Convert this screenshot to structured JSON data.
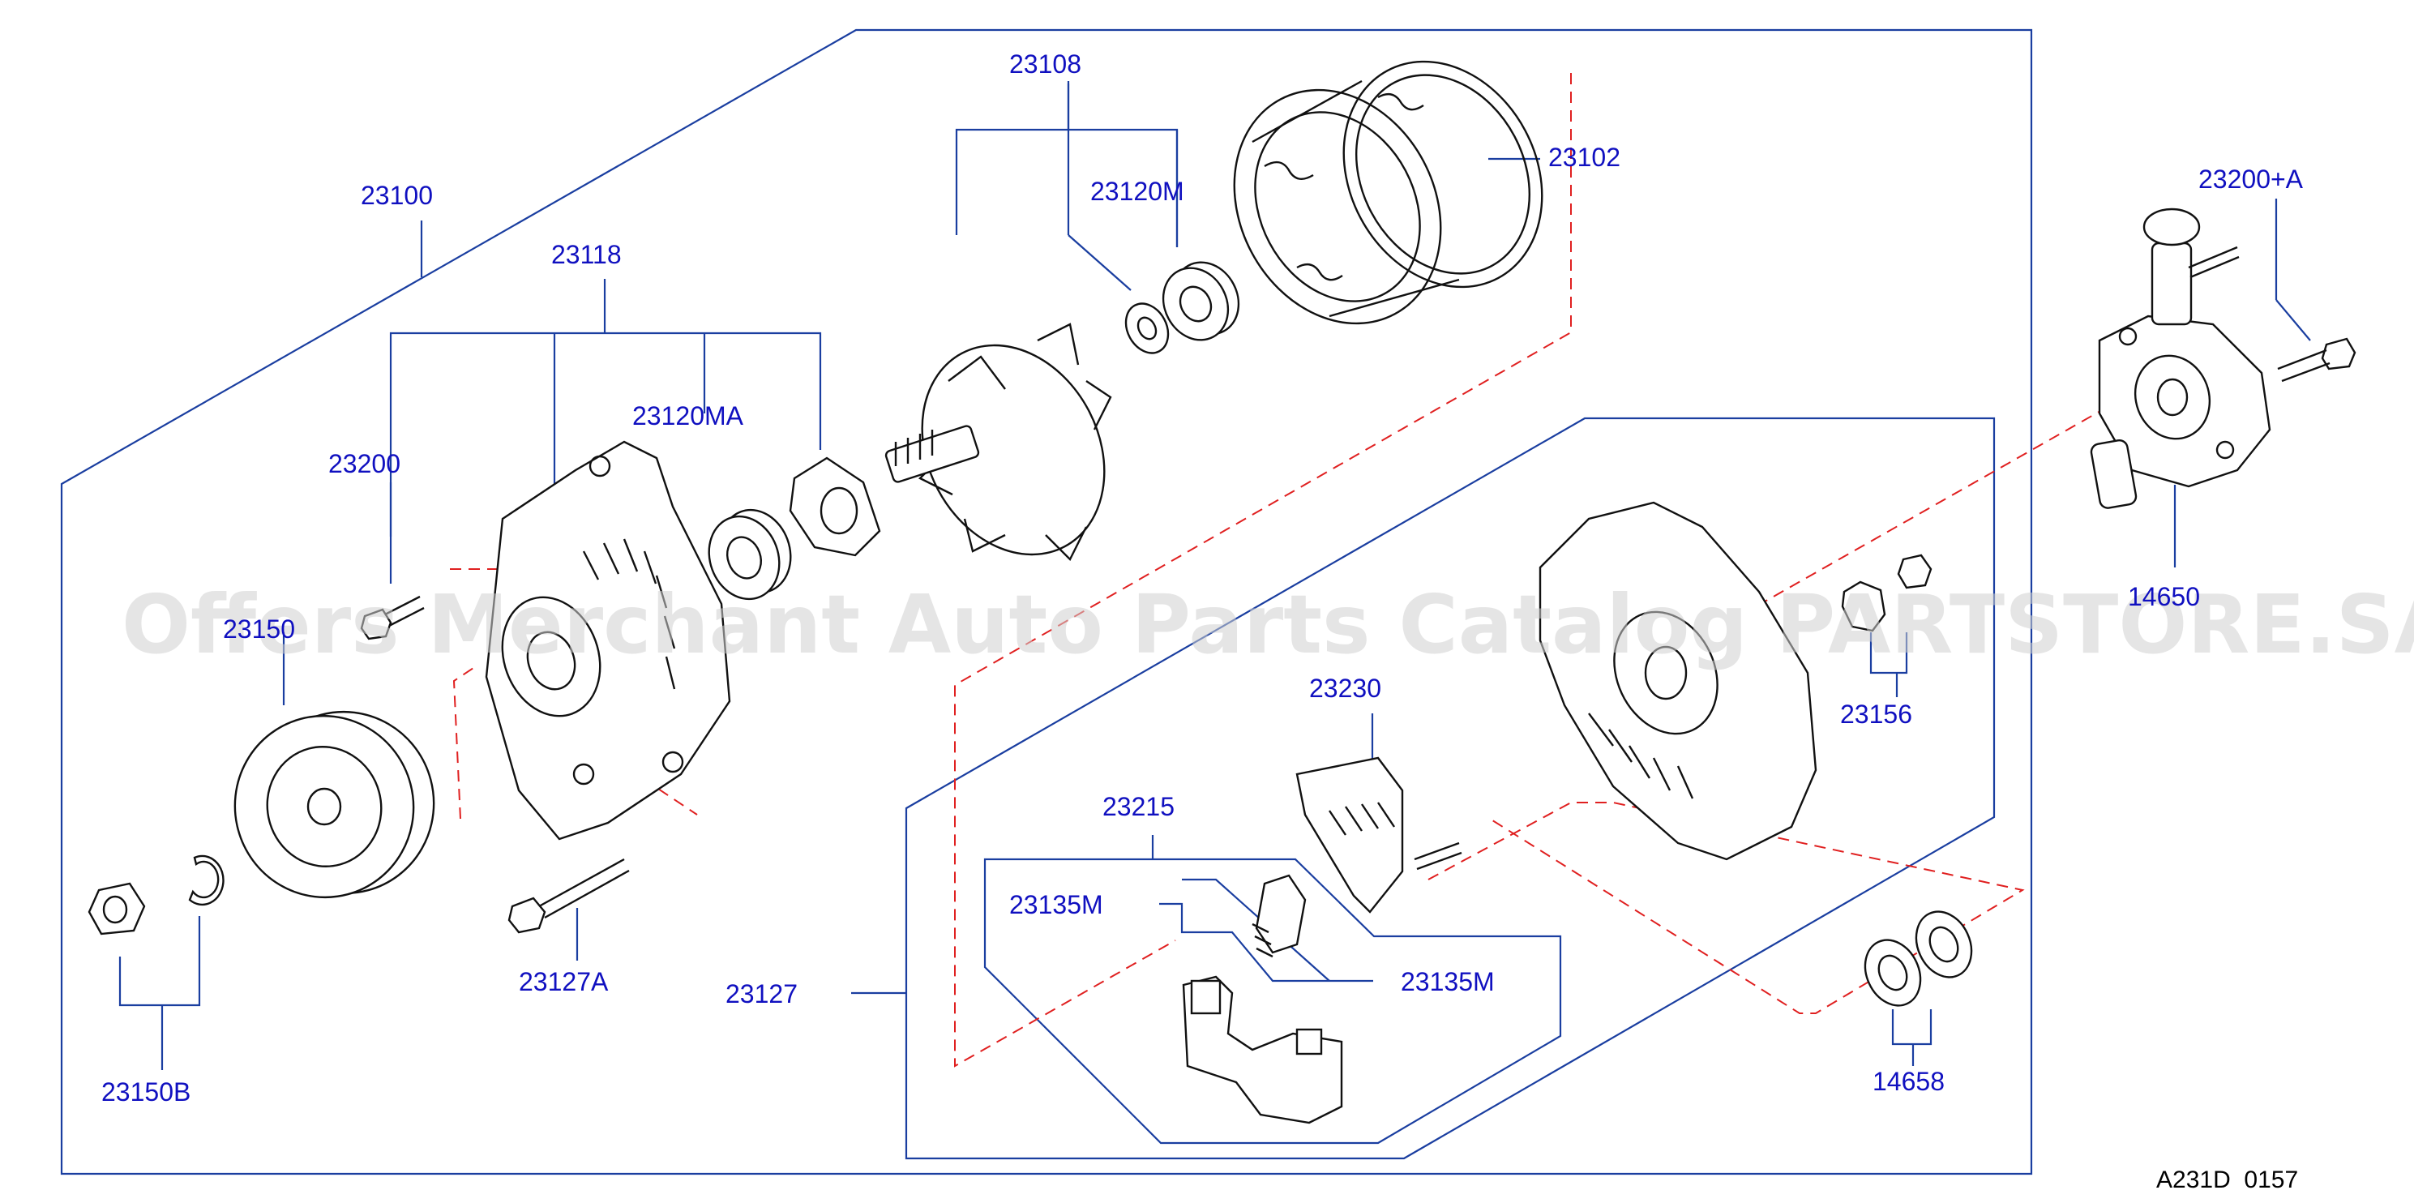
{
  "labels": {
    "p23100": "23100",
    "p23118": "23118",
    "p23108": "23108",
    "p23120m": "23120M",
    "p23102": "23102",
    "p23200": "23200",
    "p23120ma": "23120MA",
    "p23150": "23150",
    "p23150b": "23150B",
    "p23127a": "23127A",
    "p23127": "23127",
    "p23215": "23215",
    "p23135m_left": "23135M",
    "p23135m_right": "23135M",
    "p23230": "23230",
    "p23156": "23156",
    "p23200a": "23200+A",
    "p14650": "14650",
    "p14658": "14658"
  },
  "footer": {
    "code": "A231D  0157"
  },
  "watermark": "Offers Merchant Auto Parts Catalog PARTSTORE.SA",
  "colors": {
    "leader": "#1a3ea0",
    "dashed": "#e02020",
    "label": "#1010c0"
  }
}
